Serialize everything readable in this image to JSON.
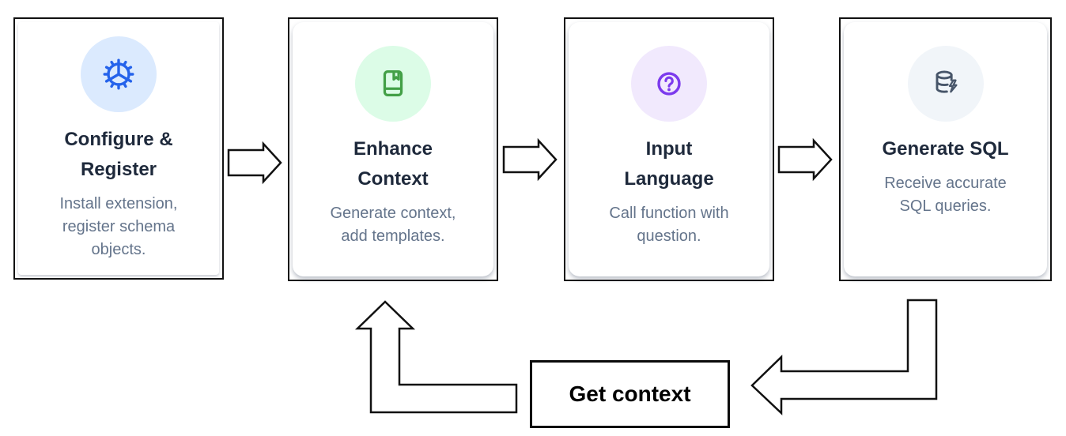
{
  "diagram": {
    "steps": [
      {
        "title": "Configure &\nRegister",
        "description": "Install extension,\nregister schema\nobjects.",
        "icon": "gear-icon",
        "icon_color": "#2563eb",
        "icon_bg": "#dbeafe"
      },
      {
        "title": "Enhance\nContext",
        "description": "Generate context,\nadd templates.",
        "icon": "book-bookmark-icon",
        "icon_color": "#43a047",
        "icon_bg": "#dcfce7"
      },
      {
        "title": "Input\nLanguage",
        "description": "Call function with\nquestion.",
        "icon": "question-circle-icon",
        "icon_color": "#7c3aed",
        "icon_bg": "#f1e9fd"
      },
      {
        "title": "Generate SQL",
        "description": "Receive accurate\nSQL queries.",
        "icon": "database-lightning-icon",
        "icon_color": "#475569",
        "icon_bg": "#f1f5f9"
      }
    ],
    "loop_label": "Get context",
    "colors": {
      "background": "#ffffff",
      "card_border": "#111111",
      "arrow_outline": "#111111",
      "title_text": "#1e293b",
      "description_text": "#64748b",
      "loop_label_text": "#000000"
    }
  }
}
